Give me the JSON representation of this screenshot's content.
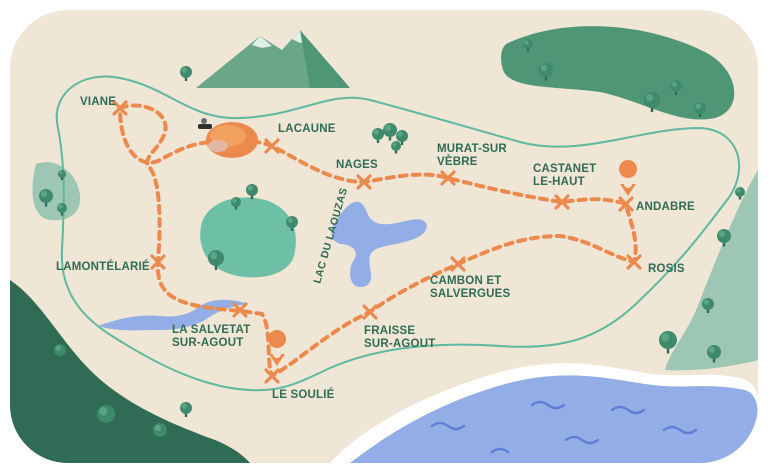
{
  "map": {
    "colors": {
      "paper": "#efe6d6",
      "border_line": "#5fb8a0",
      "route": "#ec8a4e",
      "marker": "#ec8a4e",
      "forest_dark": "#2f6b55",
      "forest_mid": "#4f9677",
      "forest_light": "#9ec6b4",
      "lake_teal": "#6dbfa6",
      "water_blue": "#93aee6",
      "water_wave": "#5d80d6",
      "mountain": "#6aa688",
      "text": "#2f6b55"
    },
    "places": [
      {
        "id": "viane",
        "lines": [
          "VIANE"
        ]
      },
      {
        "id": "lacaune",
        "lines": [
          "LACAUNE"
        ]
      },
      {
        "id": "nages",
        "lines": [
          "NAGES"
        ]
      },
      {
        "id": "murat",
        "lines": [
          "MURAT-SUR",
          "VÈBRE"
        ]
      },
      {
        "id": "castanet",
        "lines": [
          "CASTANET",
          "LE-HAUT"
        ]
      },
      {
        "id": "andabre",
        "lines": [
          "ANDABRE"
        ]
      },
      {
        "id": "rosis",
        "lines": [
          "ROSIS"
        ]
      },
      {
        "id": "cambon",
        "lines": [
          "CAMBON ET",
          "SALVERGUES"
        ]
      },
      {
        "id": "fraisse",
        "lines": [
          "FRAISSE",
          "SUR-AGOUT"
        ]
      },
      {
        "id": "soulie",
        "lines": [
          "LE SOULIÉ"
        ]
      },
      {
        "id": "salvetat",
        "lines": [
          "LA SALVETAT",
          "SUR-AGOUT"
        ]
      },
      {
        "id": "lamontelarie",
        "lines": [
          "LAMONTÉLARIÉ"
        ]
      }
    ],
    "lake_label": "LAC DU LAOUZAS",
    "icons": [
      "mountain-icon",
      "tree-icon",
      "ham-icon",
      "poi-pin-icon",
      "stop-cross-icon"
    ]
  }
}
